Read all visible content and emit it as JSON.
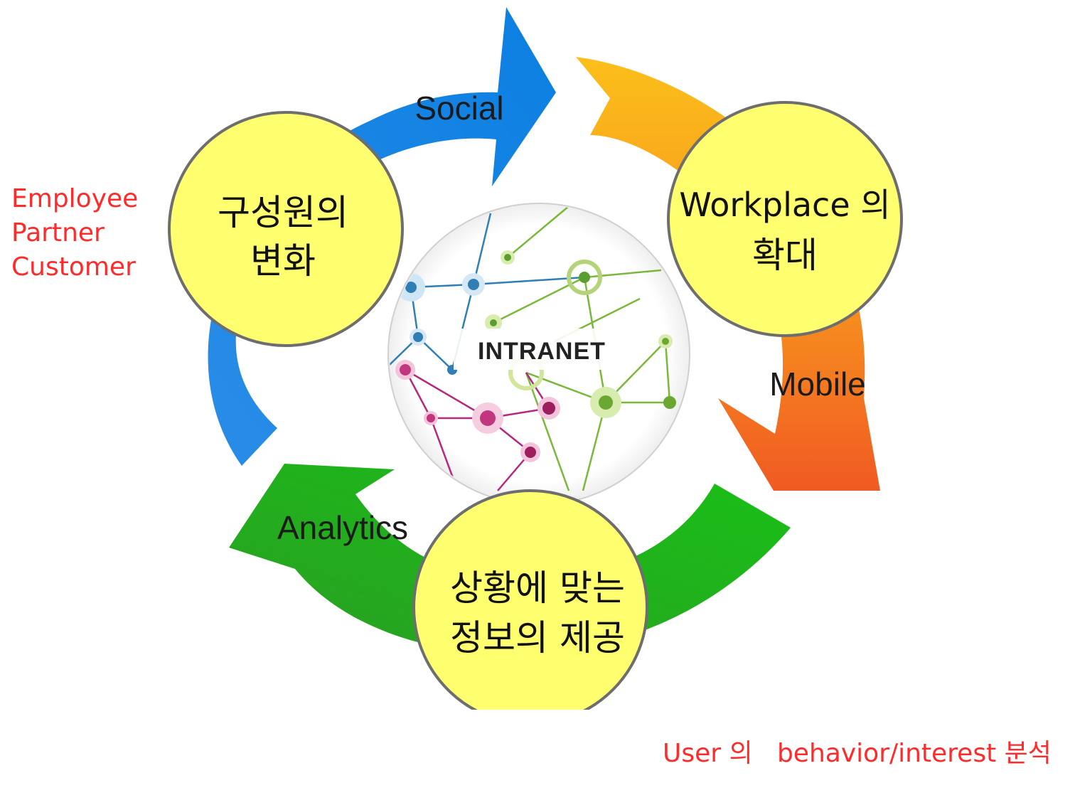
{
  "diagram": {
    "center": {
      "label": "INTRANET"
    },
    "arrows": [
      {
        "label": "Social",
        "color": "#1283e4"
      },
      {
        "label": "Mobile",
        "color": "#f49a1a"
      },
      {
        "label": "Analytics",
        "color": "#25b11a"
      }
    ],
    "circles": [
      {
        "line1": "구성원의",
        "line2": "변화"
      },
      {
        "line1": "Workplace 의",
        "line2": "확대"
      },
      {
        "line1": "상황에 맞는",
        "line2": "정보의 제공"
      }
    ],
    "circle_color": "#ffff70",
    "side_notes": {
      "audience": [
        "Employee",
        "Partner",
        "Customer"
      ],
      "analysis": "User 의   behavior/interest 분석"
    },
    "note_color": "#ff2b2b"
  }
}
